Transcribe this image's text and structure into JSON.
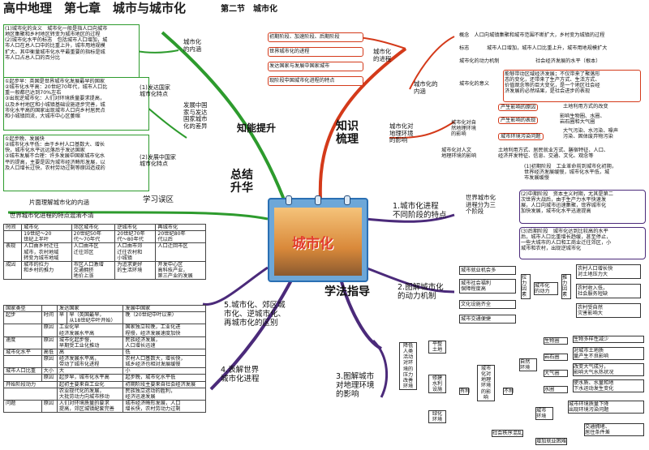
{
  "title": {
    "main": "高中地理　第七章　城市与城市化",
    "section": "第二节　城市化"
  },
  "center_label": "城市化",
  "branches": {
    "top_left": "知能提升",
    "left_mid": "总结\n升华",
    "top_right": "知识\n梳理",
    "bottom_mid": "学法指导"
  },
  "topleft": {
    "definition_notes": "(1)城市化的含义　城市化一般是指人口向城市\n地区集聚和乡村地区转变为城市地区的过程\n(2)城市化水平的标志　包括城市人口增加，城\n市人口在总人口中的比重上升，城市用地规模\n扩大。其中衡量城市化水平最重要的指标是城\n市人口占总人口的百分比",
    "definition_node": "城市化\n的内涵",
    "developed_items": "①起步早：英国是世界城市化发展最早的国家\n②城市化水平高：20世纪70年代，城市人口比\n重一般都已达到70%左右\n③出现逆城市化：人们对环境质量要求提高，\n以及乡村地区和小城镇基础设施逐步完善，城\n市化水平高的国家出现城市人口向乡村居民点\n和小城镇回流，大城市中心区萎缩",
    "developed_node": "(1)发达国家\n城市化特点",
    "developing_items": "①起步晚、发展快\n②城市化水平低：由于乡村人口基数大、增长\n快，城市化水平远远落后于发达国家\n③城市发展不合理：许多发展中国家城市化水\n平的提高，主要是因为城市经济畸形发展，以\n及人口增长过快，农村劳动过剩等原因造成的",
    "developing_node": "(2)发展中国家\n城市化特点",
    "compare_node": "发展中国\n家与发达\n国家城市\n化的差异",
    "review": "学习误区",
    "error1": "片面理解城市化的内涵",
    "error2": "世界城市化进程的特点混淆不清"
  },
  "topright": {
    "process_node": "城市化\n的进程",
    "process_items": [
      "初期阶段、加速阶段、后期阶段",
      "世界城市化的进程",
      "发达国家与发展中国家城市",
      "现阶段中国城市化进程的特点"
    ],
    "meaning_node": "城市化的\n内涵",
    "concept": "概念　人口向城镇集聚和城市范围不断扩大，乡村变为城镇的过程",
    "indicator_label": "标志",
    "indicators": [
      "城市人口增加，城市人口比重上升，城市用地规模扩大"
    ],
    "mechanism_label": "城市化的动力机制",
    "mechanism_text": "社会经济发展的水平（根本）",
    "significance_label": "城市化的意义",
    "significance_text": "能够带动区域经济发展；不仅带来了聚落形\n态的变化，还带来了生产方式、生活方式、\n价值观念等的巨大变化，是一个地区社会经\n济发展的必然结果，是社会进步的表现",
    "env_node": "城市化对\n地理环境\n的影响",
    "natural_node": "城市化对自\n然地理环境\n的影响",
    "nat_items": [
      "产生影响的原因",
      "土地利用方式的改变",
      "产生影响的表现",
      "影响生物圈、水圈、\n岩石圈和大气圈",
      "城市环境污染问题",
      "大气污染、水污染、噪声\n污染、固体废弃物污染"
    ],
    "human_node": "城市化对人文\n地理环境的影响",
    "human_text": "土地利用方式、居民就业方式、膳宿特征、人口、\n经济开发特征、信息、交通、文化、观念等"
  },
  "stages": {
    "node": "1.城市化进程\n不同阶段的特点",
    "sub": "世界城市化\n进程分为三\n个阶段",
    "s1": "(1)初期阶段　工业革命前到城市化初期，\n世界经济发展缓慢，城市化水平低，城\n市发展缓慢",
    "s2": "(2)中期阶段　资本主义时期，尤其是第二\n次世界大战后，由于生产力水平快速发\n展，人口向城市迅速集聚，世界城市化\n加快发展，城市化水平迅速提高",
    "s3": "(3)后期阶段　城市化达到比较高的水平\n后，城市人口比重增长趋缓，甚至停止，\n一些大城市的人口和工商业迁往郊区，小\n城市和农村，出现逆城市化"
  },
  "driving": {
    "node": "2.图解城市化\n的动力机制",
    "left": [
      "城市就业机会多",
      "城市社会福利\n保障程度高",
      "文化设施齐全",
      "城市交通便捷"
    ],
    "pull": "拉\n力\n因\n素",
    "push": "推\n力\n因\n素",
    "center": "城市化\n的动力",
    "right": [
      "农村人口增长快\n对土地压力大",
      "农村收入低，\n社会服务短缺",
      "农村受自然\n灾害影响大"
    ]
  },
  "env": {
    "node": "3.图解城市\n对地理环境\n的影响",
    "left_col": "降低\n人类\n活动\n对环\n境的\n压力\n改善\n环境",
    "options": [
      "平整\n土地",
      "修建\n水利\n设施",
      "绿化\n环境"
    ],
    "favorable": "有利",
    "center": "城市\n化对\n地理\n环境\n的影\n响",
    "unfavorable": "不利",
    "natural": "自然\n环境",
    "spheres": [
      "生物圈",
      "岩石圈",
      "大气圈",
      "水圈"
    ],
    "sphere_effects": [
      "生物多样性减少",
      "对城市土地质\n量产生不良影响",
      "改变大气成分，\n影响大气水热状况",
      "使水质、水量和地\n下水运动发生变化"
    ],
    "city_env": "城市\n环境",
    "city_effects": [
      "城市环境质量下降\n出现环境污染问题",
      "交通拥堵、\n居住条件差"
    ],
    "social": [
      "社会秩序混乱",
      "增加就业困难"
    ]
  },
  "compare": {
    "node": "5.城市化、郊区城\n市化、逆城市化、\n再城市化的区别",
    "headers": [
      "时间",
      "城市化",
      "郊区城市化",
      "逆城市化",
      "再城市化"
    ],
    "time": [
      "19世纪～20\n世纪上半叶",
      "20世纪50年\n代～70年代",
      "20世纪70年\n代～80年代",
      "20世纪80年\n代以后"
    ],
    "show_label": "表现",
    "show": [
      "人口由乡村迁往\n城市，农村地域\n转变为城市地域",
      "人口由市区\n迁往郊区",
      "人口由市郊\n迁往农村和\n小城镇",
      "人口迁回市区"
    ],
    "cause_label": "成因",
    "cause": [
      "城市的拉力\n和乡村的推力",
      "市区人口激增\n交通拥挤\n地价上涨",
      "为追求更好\n的生活环境",
      "开发中心区\n高科技产业，\n第三产业的发展"
    ]
  },
  "world": {
    "node": "4.表解世界\n城市化进程",
    "header": [
      "国家类型",
      "",
      "发达国家",
      "发展中国家"
    ],
    "rows": [
      [
        "起步",
        "时间",
        "早",
        "早（英国最早，\n从18世纪中叶开始）",
        "晚（20世纪中叶以来）"
      ],
      [
        "",
        "原因",
        "工业化早\n经济发展水平高",
        "国家独立较晚，工业化进\n程慢，经济发展速度加快"
      ],
      [
        "速度",
        "原因",
        "城市化起步慢，\n早期受工业化推动",
        "民族经济发展，\n人口增长迅速"
      ],
      [
        "城市化水平",
        "高低",
        "高",
        "低"
      ],
      [
        "",
        "原因",
        "经济发展水平高，\n带动了城市化进程",
        "农村人口基数大，增长快，\n城乡经济也相对发展缓慢"
      ],
      [
        "城市人口比重",
        "大小",
        "大",
        "小"
      ],
      [
        "",
        "原因",
        "起步早，城市化水平高",
        "起步晚，城市化水平低"
      ],
      [
        "开始阶段动力",
        "",
        "起初主要来自工业化",
        "初期阶段主要来自社会经济发展"
      ],
      [
        "",
        "",
        "农业现代化的发展，\n大批劳动力向城市移动",
        "民族独立运动的胜利，\n经济迅速发展"
      ],
      [
        "问题",
        "问题",
        "逆城市化现象",
        "城市发展不合理及问题"
      ],
      [
        "",
        "问题",
        "逆城市化现象",
        "城市发展不合理"
      ],
      [
        "问题",
        "原因",
        "人们对环境质量的要求\n提高，郊区城镇配套完善",
        "城市经济畸形发展，人口\n增长快，农村劳动力过剩"
      ]
    ]
  },
  "colors": {
    "red": "#d43a1a",
    "green": "#2d9b2d",
    "purple": "#4b2a7a",
    "blue": "#2a6fb3"
  }
}
